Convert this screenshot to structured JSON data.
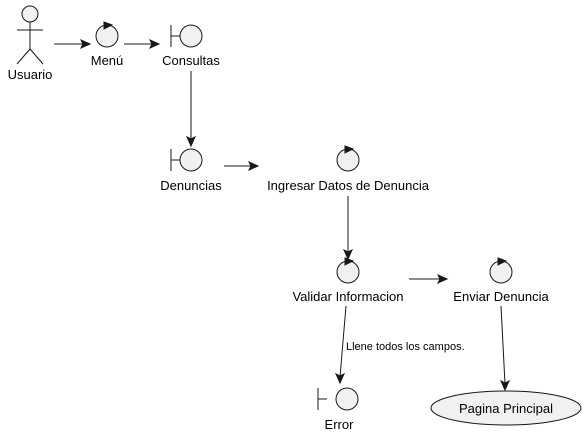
{
  "nodes": {
    "usuario": "Usuario",
    "menu": "Menú",
    "consultas": "Consultas",
    "denuncias": "Denuncias",
    "ingresar": "Ingresar Datos de Denuncia",
    "validar": "Validar Informacion",
    "enviar": "Enviar Denuncia",
    "error": "Error",
    "principal": "Pagina Principal"
  },
  "edges": {
    "validar_error": "Llene todos los campos."
  },
  "colors": {
    "node_fill": "#f1f1f1",
    "stroke": "#181818"
  }
}
